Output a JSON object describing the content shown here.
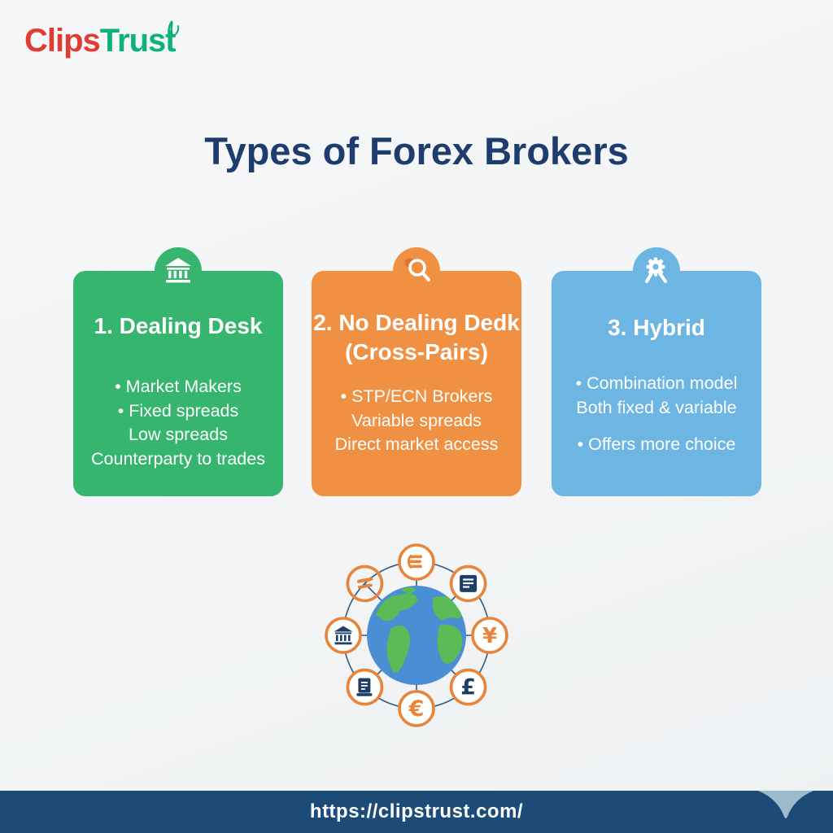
{
  "logo": {
    "text_red": "Clips",
    "text_green": "Trust",
    "color_red": "#e23b34",
    "color_green": "#0cb377",
    "flourish_icon": "sprout-flourish-icon"
  },
  "header": {
    "title": "Types of Forex Brokers",
    "color": "#1e3c6e"
  },
  "cards": [
    {
      "id": "dealing-desk",
      "color": "#35b56e",
      "icon": "bank-icon",
      "title_line1": "1. Dealing Desk",
      "title_line2": "",
      "lines": [
        "• Market Makers",
        "• Fixed spreads",
        "Low spreads",
        "Counterparty to trades"
      ]
    },
    {
      "id": "no-dealing-desk",
      "color": "#ef9042",
      "icon": "magnifier-icon",
      "title_line1": "2. No Dealing Dedk",
      "title_line2": "(Cross-Pairs)",
      "lines": [
        "• STP/ECN Brokers",
        "Variable spreads",
        "Direct market access"
      ]
    },
    {
      "id": "hybrid",
      "color": "#6db5e3",
      "icon": "gear-magnifier-icon",
      "title_line1": "3. Hybrid",
      "title_line2": "",
      "lines": [
        "• Combination model",
        "Both fixed & variable",
        "• Offers more choice"
      ]
    }
  ],
  "globe": {
    "water_color": "#4a8fd4",
    "land_color": "#5abb57",
    "ring_color": "#2a5788",
    "node_border_color": "#e8843c",
    "node_icon_navy": "#1d3f66",
    "node_icon_orange": "#e8843c",
    "nodes": [
      "coin-stack-icon",
      "document-icon",
      "yen-icon",
      "pound-icon",
      "euro-icon",
      "banknote-icon",
      "bank-icon",
      "exchange-icon"
    ],
    "yen_glyph": "¥",
    "pound_glyph": "£",
    "euro_glyph": "€"
  },
  "footer": {
    "url": "https://clipstrust.com/",
    "background": "#1d4b77",
    "arrow_icon": "scroll-down-arrow-icon",
    "arrow_color": "#9fb9cc"
  }
}
